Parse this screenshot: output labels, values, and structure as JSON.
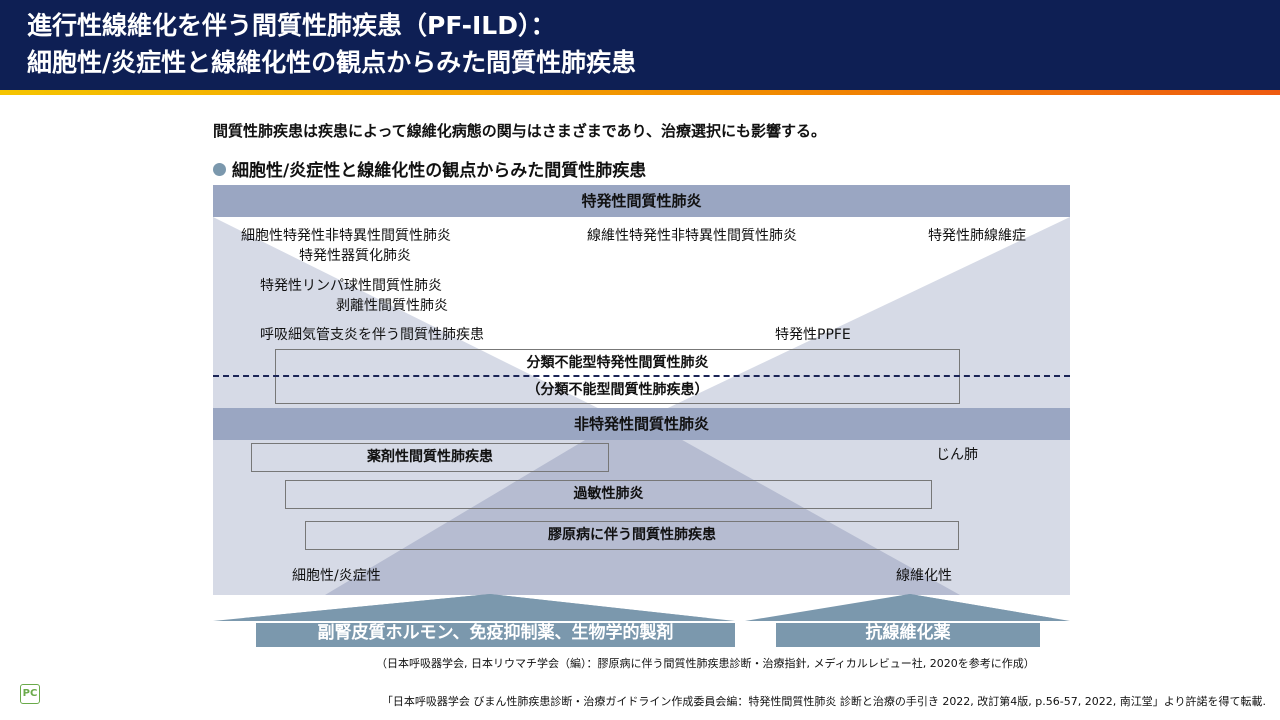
{
  "header": {
    "title_line1": "進行性線維化を伴う間質性肺疾患（PF-ILD）：",
    "title_line2": "細胞性/炎症性と線維化性の観点からみた間質性肺疾患"
  },
  "intro": "間質性肺疾患は疾患によって線維化病態の関与はさまざまであり、治療選択にも影響する。",
  "subtitle": "細胞性/炎症性と線維化性の観点からみた間質性肺疾患",
  "diagram": {
    "idiopathic_header": "特発性間質性肺炎",
    "items_top": [
      "細胞性特発性非特異性間質性肺炎",
      "特発性器質化肺炎",
      "特発性リンパ球性間質性肺炎",
      "剥離性間質性肺炎",
      "呼吸細気管支炎を伴う間質性肺疾患",
      "線維性特発性非特異性間質性肺炎",
      "特発性肺線維症",
      "特発性PPFE"
    ],
    "unclassifiable": "分類不能型特発性間質性肺炎",
    "unclassifiable_ild": "（分類不能型間質性肺疾患）",
    "nonidiopathic_header": "非特発性間質性肺炎",
    "drug": "薬剤性間質性肺疾患",
    "pneumoconiosis": "じん肺",
    "hypersensitivity": "過敏性肺炎",
    "collagen": "膠原病に伴う間質性肺疾患",
    "axis_left": "細胞性/炎症性",
    "axis_right": "線維化性"
  },
  "treatments": {
    "left": "副腎皮質ホルモン、免疫抑制薬、生物学的製剤",
    "right": "抗線維化薬"
  },
  "notes": {
    "reference": "（日本呼吸器学会, 日本リウマチ学会（編）：膠原病に伴う間質性肺疾患診断・治療指針, メディカルレビュー社, 2020を参考に作成）",
    "permission": "「日本呼吸器学会 びまん性肺疾患診断・治療ガイドライン作成委員会編：特発性間質性肺炎 診断と治療の手引き 2022, 改訂第4版, p.56-57, 2022, 南江堂」より許諾を得て転載."
  },
  "logo": "PC"
}
